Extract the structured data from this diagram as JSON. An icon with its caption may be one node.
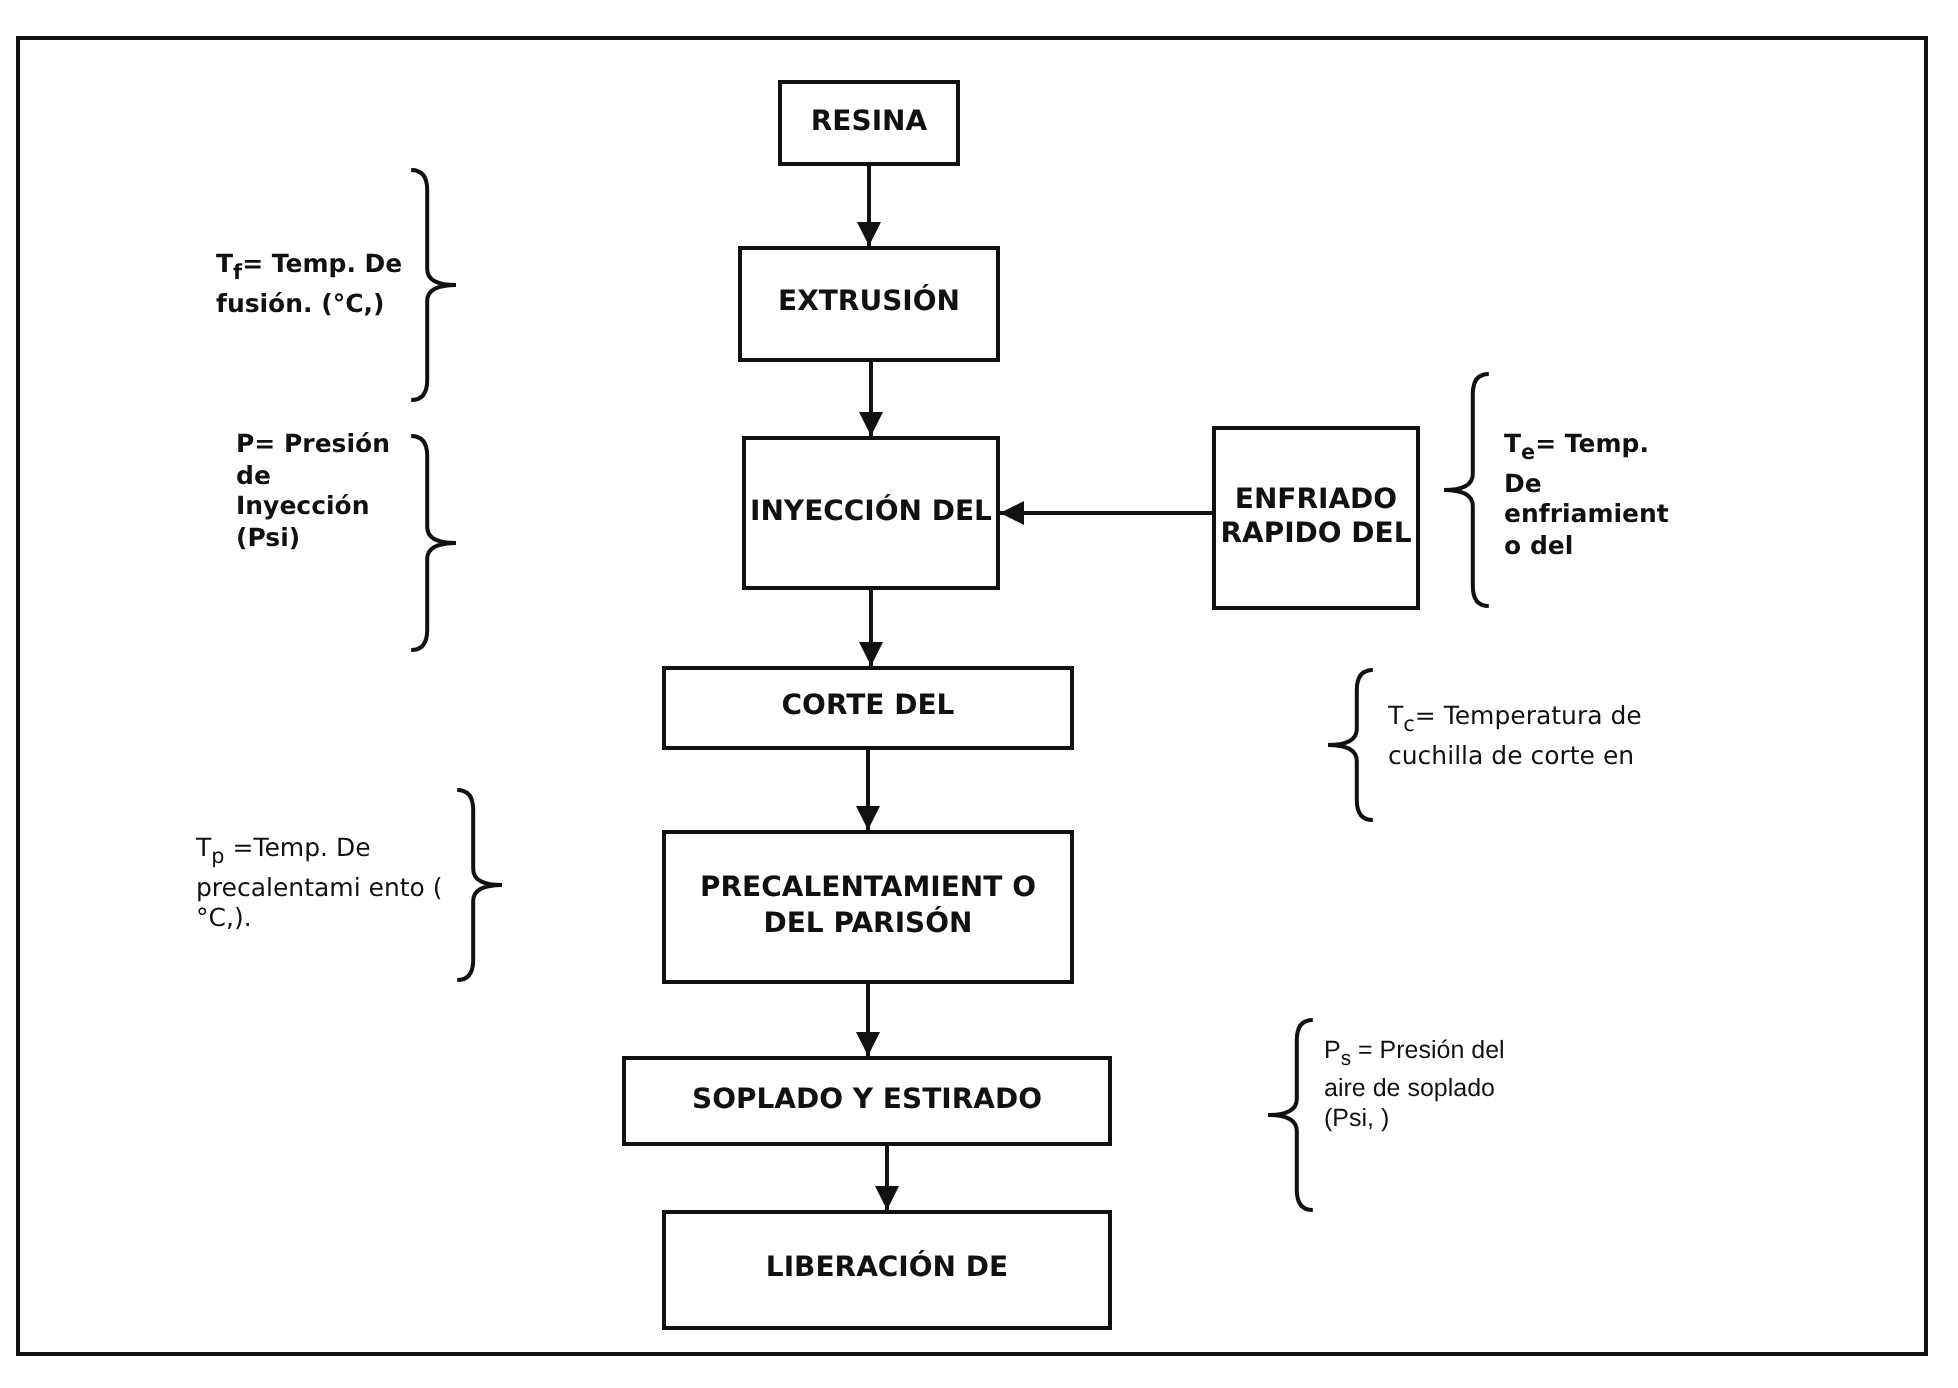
{
  "diagram": {
    "nodes": [
      {
        "text": [
          "RESINA"
        ]
      },
      {
        "text": [
          "EXTRUSIÓN"
        ]
      },
      {
        "text": [
          "INYECCIÓN DEL"
        ]
      },
      {
        "text": [
          "ENFRIADO RAPIDO DEL"
        ]
      },
      {
        "text": [
          "CORTE DEL"
        ]
      },
      {
        "text": [
          "PRECALENTAMIENT O DEL PARISÓN"
        ]
      },
      {
        "text": [
          "SOPLADO Y ESTIRADO"
        ]
      },
      {
        "text": [
          "LIBERACIÓN DE"
        ]
      }
    ],
    "edges": [
      {
        "from": 0,
        "to": 1,
        "arrow": "to"
      },
      {
        "from": 1,
        "to": 2,
        "arrow": "to"
      },
      {
        "from": 3,
        "to": 2,
        "arrow": "to"
      },
      {
        "from": 2,
        "to": 4,
        "arrow": "to"
      },
      {
        "from": 4,
        "to": 5,
        "arrow": "to"
      },
      {
        "from": 5,
        "to": 6,
        "arrow": "to"
      },
      {
        "from": 6,
        "to": 7,
        "arrow": "to"
      }
    ],
    "labels": [
      "T$_{f}$= Temp. De fusión. (°C,)",
      "P= Presión de Inyección (Psi)",
      "T$_{e}$= Temp. De enfriamient o del",
      "T$_{c}$= Temperatura de cuchilla de corte en",
      "T$_{p}$ =Temp. De precalentami ento ( °C,).",
      "P$_{s}$ = Presión del aire de soplado (Psi, )"
    ]
  }
}
